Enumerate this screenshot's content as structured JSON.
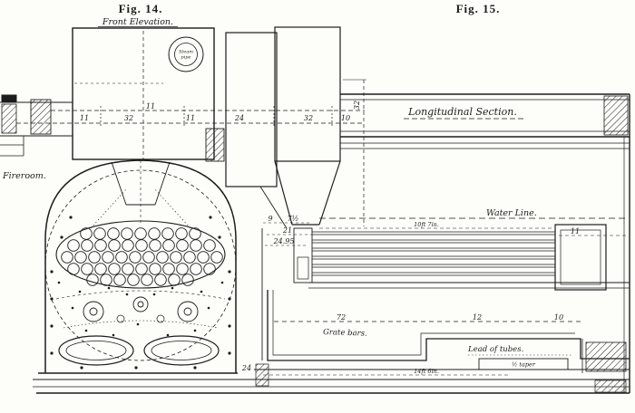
{
  "figure14": {
    "title": "Fig. 14.",
    "subtitle": "Front Elevation.",
    "steam_pipe_line1": "Steam",
    "steam_pipe_line2": "pipe",
    "fireroom_label": "Fireroom."
  },
  "figure15": {
    "title": "Fig. 15.",
    "section_label": "Longitudinal Section.",
    "water_line_label": "Water Line.",
    "grate_bars_label": "Grate bars.",
    "lead_of_tubes_label": "Lead of tubes.",
    "taper_label": "½ taper"
  },
  "dimensions": {
    "front_top": "11",
    "front_left": "11",
    "front_mid": "32",
    "front_right": "11",
    "uptake_left": "24",
    "uptake_mid": "32",
    "uptake_right": "10",
    "uptake_vertical": "32",
    "tube_d9": "9",
    "tube_d7h": "7½",
    "tube_d21": "21",
    "tube_d2495": "24.95",
    "tube_length": "10ft 7in.",
    "tube_end": "11",
    "grate_length": "72",
    "ashpit_12": "12",
    "ashpit_10": "10",
    "base_length": "14ft 6in.",
    "corner_24": "24"
  },
  "colors": {
    "ink": "#1c1c1c",
    "paper": "#fdfdfa"
  }
}
